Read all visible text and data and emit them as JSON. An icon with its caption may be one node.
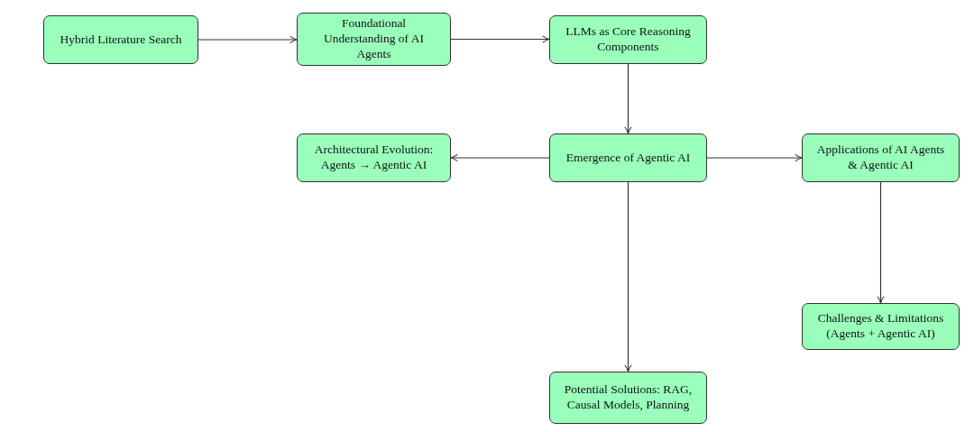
{
  "diagram": {
    "nodes": [
      {
        "text": [
          "Hybrid Literature Search"
        ]
      },
      {
        "text": [
          "Foundational Understanding of AI Agents"
        ]
      },
      {
        "text": [
          "LLMs as Core Reasoning Components"
        ]
      },
      {
        "text": [
          "Emergence of Agentic AI"
        ]
      },
      {
        "text": [
          "Architectural Evolution: Agents → Agentic AI"
        ]
      },
      {
        "text": [
          "Applications of AI Agents & Agentic AI"
        ]
      },
      {
        "text": [
          "Challenges & Limitations (Agents + Agentic AI)"
        ]
      },
      {
        "text": [
          "Potential Solutions: RAG, Causal Models, Planning"
        ]
      }
    ],
    "edges": [
      {
        "from": 0,
        "to": 1,
        "arrow": "to"
      },
      {
        "from": 1,
        "to": 2,
        "arrow": "to"
      },
      {
        "from": 2,
        "to": 3,
        "arrow": "to"
      },
      {
        "from": 3,
        "to": 4,
        "arrow": "to"
      },
      {
        "from": 3,
        "to": 5,
        "arrow": "to"
      },
      {
        "from": 5,
        "to": 6,
        "arrow": "to"
      },
      {
        "from": 3,
        "to": 7,
        "arrow": "to"
      }
    ]
  }
}
